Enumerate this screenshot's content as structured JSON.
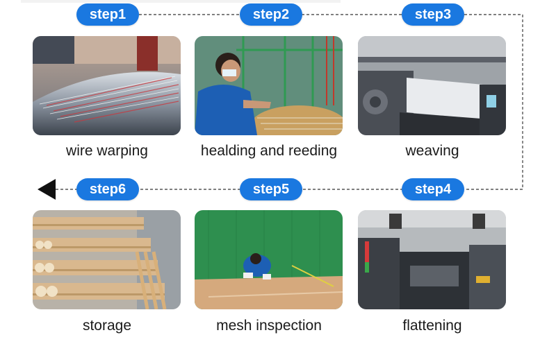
{
  "steps": [
    {
      "badge": "step1",
      "caption": "wire warping"
    },
    {
      "badge": "step2",
      "caption": "healding and reeding"
    },
    {
      "badge": "step3",
      "caption": "weaving"
    },
    {
      "badge": "step4",
      "caption": "flattening"
    },
    {
      "badge": "step5",
      "caption": "mesh inspection"
    },
    {
      "badge": "step6",
      "caption": "storage"
    }
  ],
  "colors": {
    "badge": "#1a78e0",
    "connector": "#555555",
    "arrow": "#111111"
  }
}
